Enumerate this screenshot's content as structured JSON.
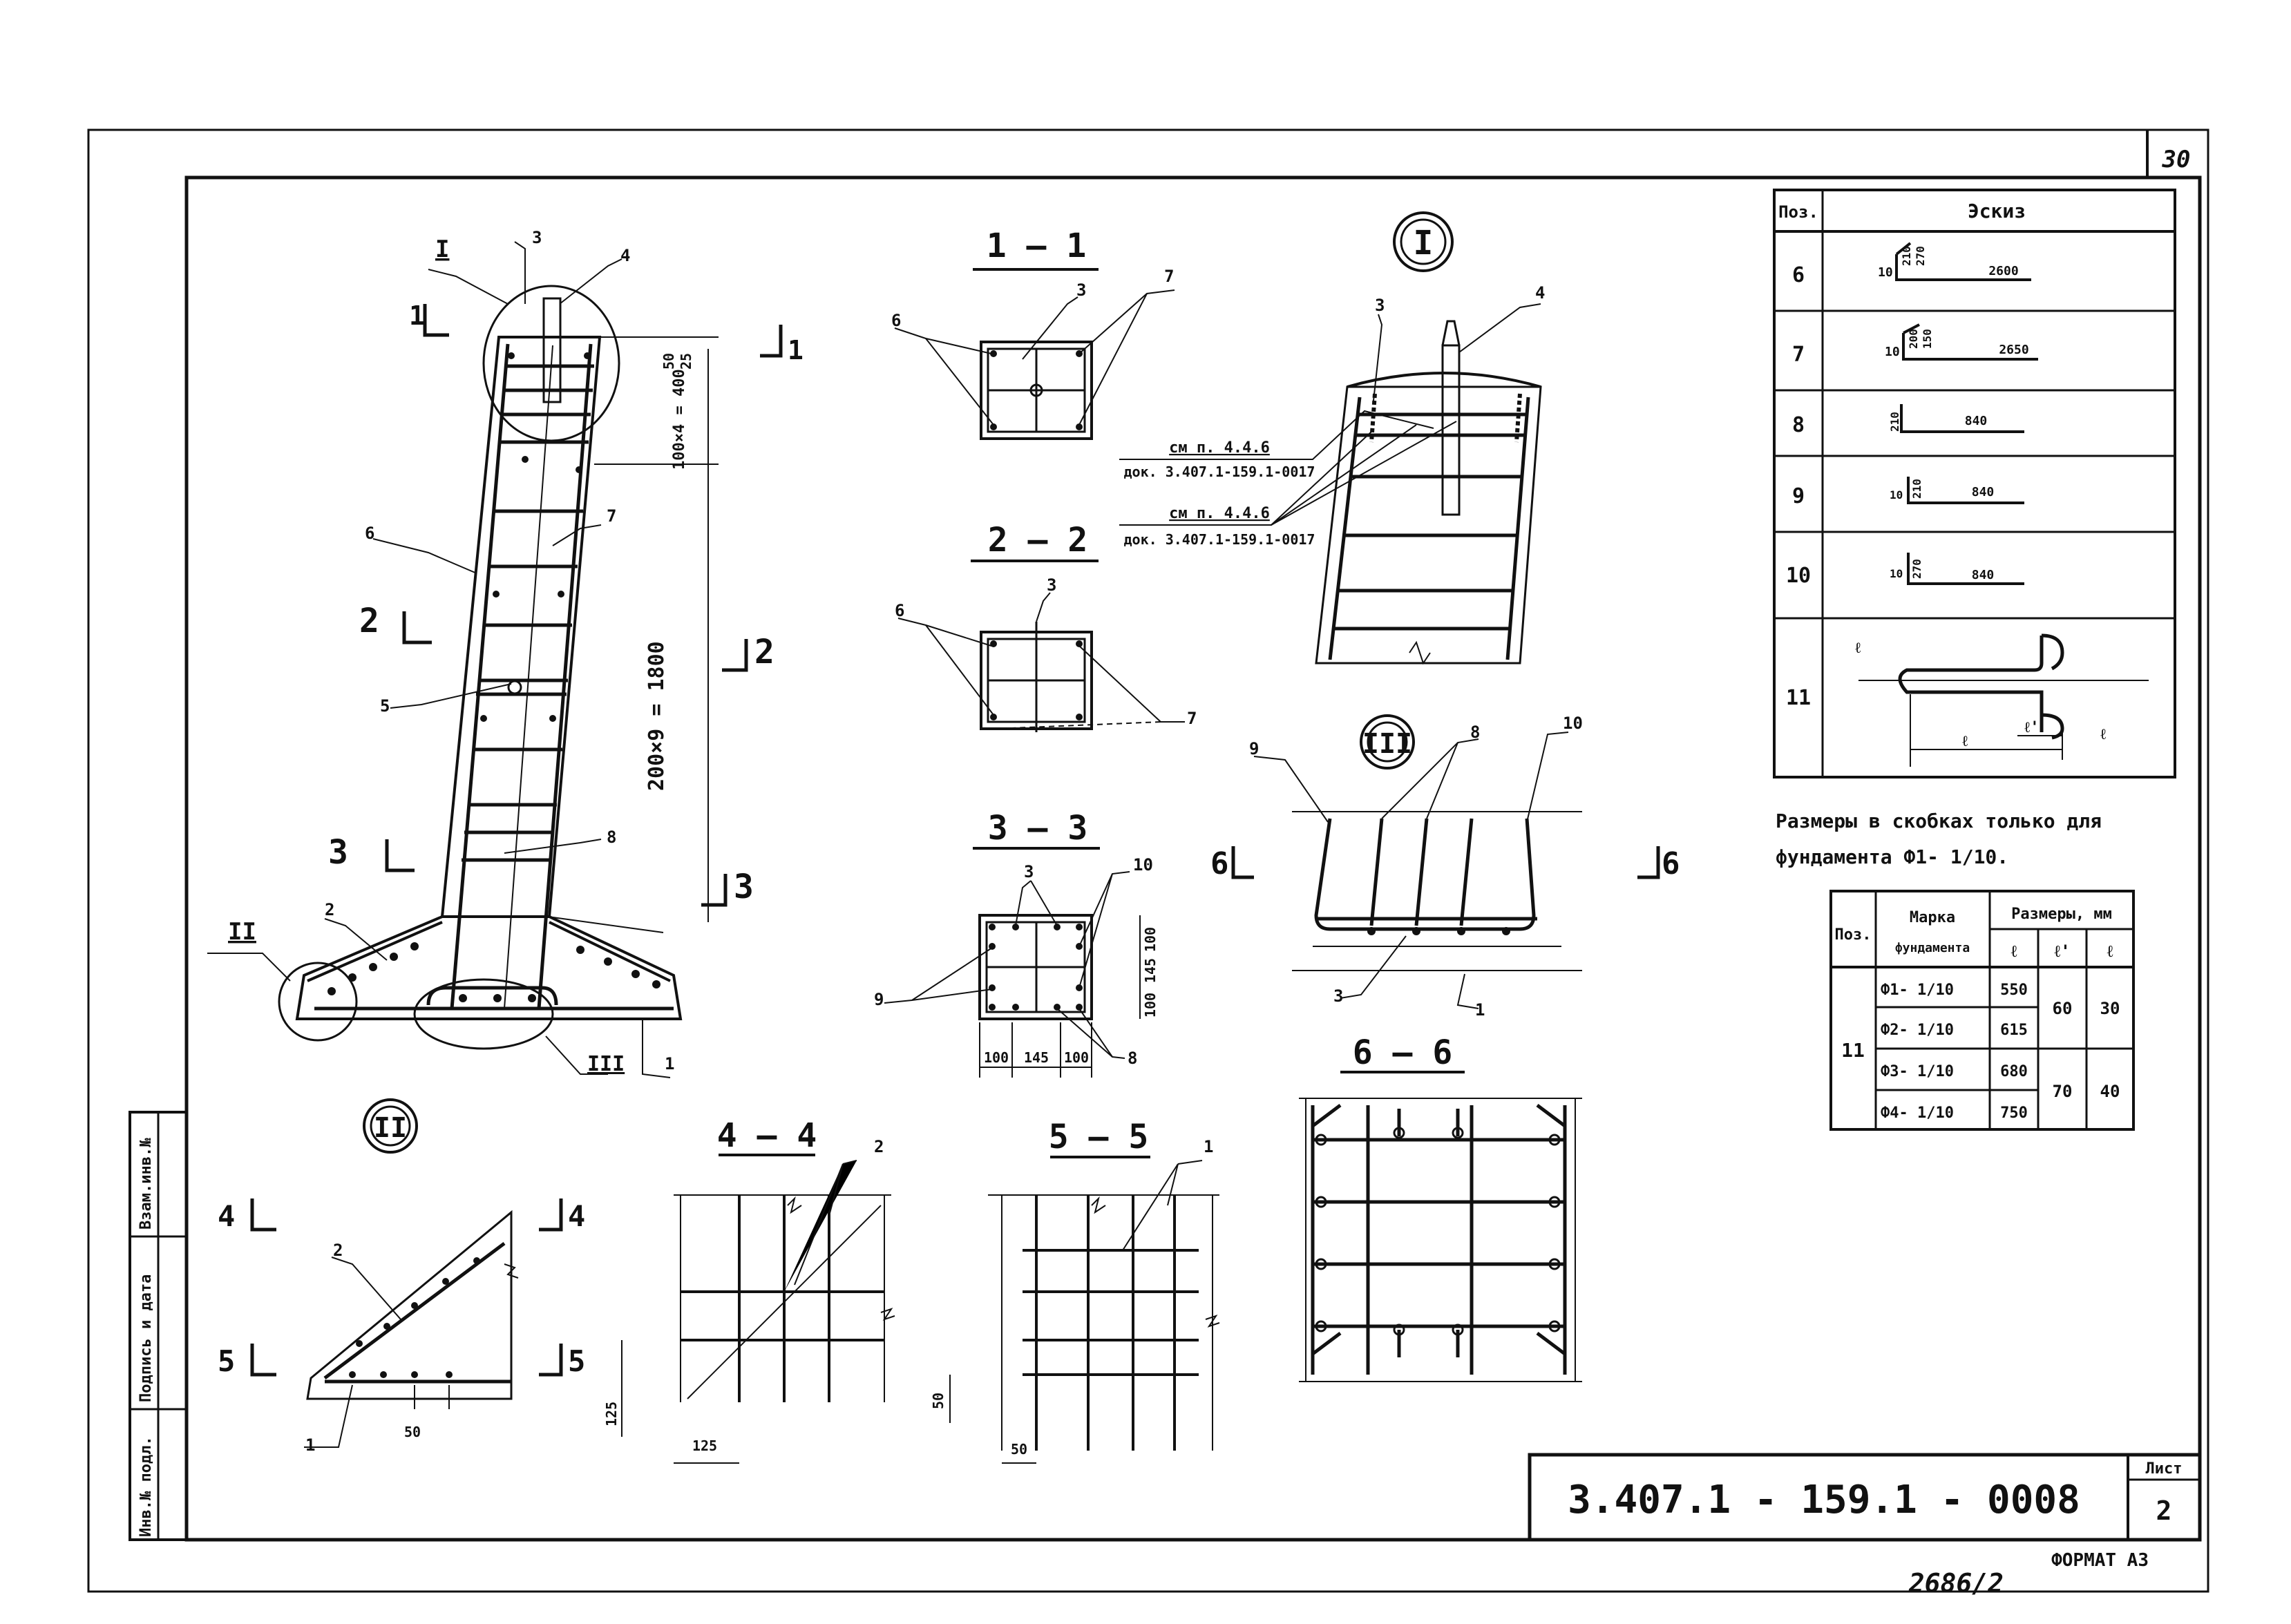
{
  "sheet": {
    "page_number": "30",
    "doc_code": "3.407.1 - 159.1 - 0008",
    "sheet_label": "Лист",
    "sheet_number": "2",
    "format": "ФОРМАТ А3",
    "archive_number": "2686/2"
  },
  "side_stamp": [
    "Инв.№ подл.",
    "Подпись и дата",
    "Взам.инв.№"
  ],
  "views": {
    "main": {
      "callouts": [
        "I",
        "3",
        "4",
        "6",
        "7",
        "5",
        "8",
        "2",
        "II",
        "III",
        "1"
      ],
      "sections": [
        "1",
        "1",
        "2",
        "2",
        "3",
        "3"
      ],
      "dims": [
        "25",
        "50",
        "100×4 = 400",
        "200×9 = 1800"
      ]
    },
    "s11": {
      "title": "1 — 1",
      "labels": [
        "6",
        "3",
        "7"
      ]
    },
    "s22": {
      "title": "2 — 2",
      "labels": [
        "6",
        "3",
        "7"
      ]
    },
    "s33": {
      "title": "3 — 3",
      "labels": [
        "9",
        "3",
        "10",
        "8"
      ],
      "dims": [
        "100",
        "145",
        "100",
        "100",
        "145",
        "100"
      ]
    },
    "s44": {
      "title": "4 — 4",
      "label": "2",
      "dims": [
        "125",
        "125"
      ]
    },
    "s55": {
      "title": "5 — 5",
      "label": "1",
      "dims": [
        "50",
        "50"
      ]
    },
    "s66": {
      "title": "6 — 6"
    },
    "node1": {
      "title": "I",
      "labels": [
        "3",
        "4"
      ],
      "note1": [
        "см п. 4.4.6",
        "док. 3.407.1-159.1-0017"
      ],
      "note2": [
        "см п. 4.4.6",
        "док. 3.407.1-159.1-0017"
      ]
    },
    "node2": {
      "title": "II",
      "labels": [
        "2",
        "1"
      ],
      "sections": [
        "4",
        "4",
        "5",
        "5"
      ],
      "dim": "50"
    },
    "node3": {
      "title": "III",
      "labels": [
        "9",
        "8",
        "10",
        "3",
        "1"
      ],
      "sections": [
        "6",
        "6"
      ]
    }
  },
  "sketch_table": {
    "headers": [
      "Поз.",
      "Эскиз"
    ],
    "rows": [
      {
        "pos": "6",
        "dims": [
          "10",
          "210",
          "270"
        ],
        "length": "2600"
      },
      {
        "pos": "7",
        "dims": [
          "10",
          "200",
          "150"
        ],
        "length": "2650"
      },
      {
        "pos": "8",
        "dims": [
          "210"
        ],
        "length": "840"
      },
      {
        "pos": "9",
        "dims": [
          "10",
          "210"
        ],
        "length": "840"
      },
      {
        "pos": "10",
        "dims": [
          "10",
          "270"
        ],
        "length": "840"
      },
      {
        "pos": "11",
        "dims": [
          "ℓ",
          "ℓ'",
          "ℓ",
          "ℓ"
        ],
        "length": ""
      }
    ]
  },
  "note": [
    "Размеры в скобках только для",
    "фундамента  Ф1- 1/10."
  ],
  "dims_table": {
    "h_pos": "Поз.",
    "h_mark": [
      "Марка",
      "фундамента"
    ],
    "h_sizes": "Размеры, мм",
    "h_l": "ℓ",
    "h_l1": "ℓ'",
    "h_l2": "ℓ",
    "pos": "11",
    "rows": [
      {
        "mark": "Ф1- 1/10",
        "l": "550"
      },
      {
        "mark": "Ф2- 1/10",
        "l": "615"
      },
      {
        "mark": "Ф3- 1/10",
        "l": "680"
      },
      {
        "mark": "Ф4- 1/10",
        "l": "750"
      }
    ],
    "l1_a": "60",
    "l2_a": "30",
    "l1_b": "70",
    "l2_b": "40"
  }
}
